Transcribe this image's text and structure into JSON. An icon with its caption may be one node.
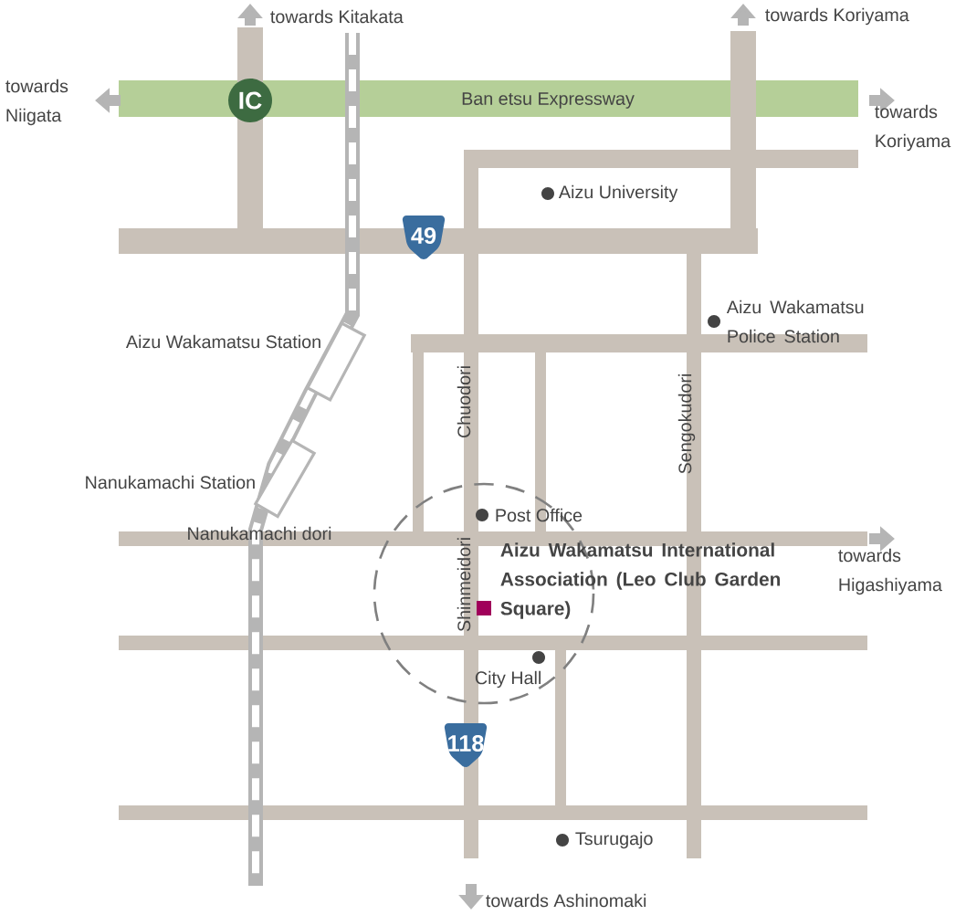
{
  "diagram": {
    "labels": [
      "towards Kitakata",
      "towards Koriyama",
      "towards Niigata",
      "IC",
      "Ban etsu Expressway",
      "towards Koriyama",
      "Aizu University",
      "49",
      "Aizu Wakamatsu Station",
      "Aizu Wakamatsu Police Station",
      "Chuodori",
      "Sengokudori",
      "Nanukamachi Station",
      "Post Office",
      "Nanukamachi dori",
      "Aizu Wakamatsu International Association (Leo Club Garden Square)",
      "towards Higashiyama",
      "Shinmeidori",
      "City Hall",
      "118",
      "Tsurugajo",
      "towards Ashinomaki"
    ]
  }
}
